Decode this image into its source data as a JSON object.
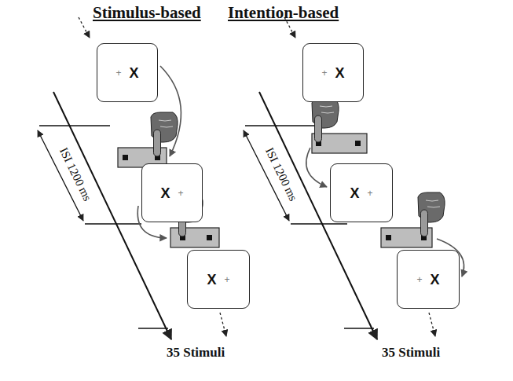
{
  "diagram": {
    "nodes": [
      {
        "text": [
          "+",
          "X"
        ]
      },
      {
        "text": [
          "X",
          "+"
        ]
      },
      {
        "text": [
          "X",
          "+"
        ]
      },
      {
        "text": [
          "+",
          "X"
        ]
      },
      {
        "text": [
          "X",
          "+"
        ]
      },
      {
        "text": [
          "+",
          "X"
        ]
      }
    ],
    "labels": [
      "Stimulus-based",
      "Intention-based",
      "ISI 1200 ms",
      "ISI 1200 ms",
      "35 Stimuli",
      "35 Stimuli"
    ]
  }
}
